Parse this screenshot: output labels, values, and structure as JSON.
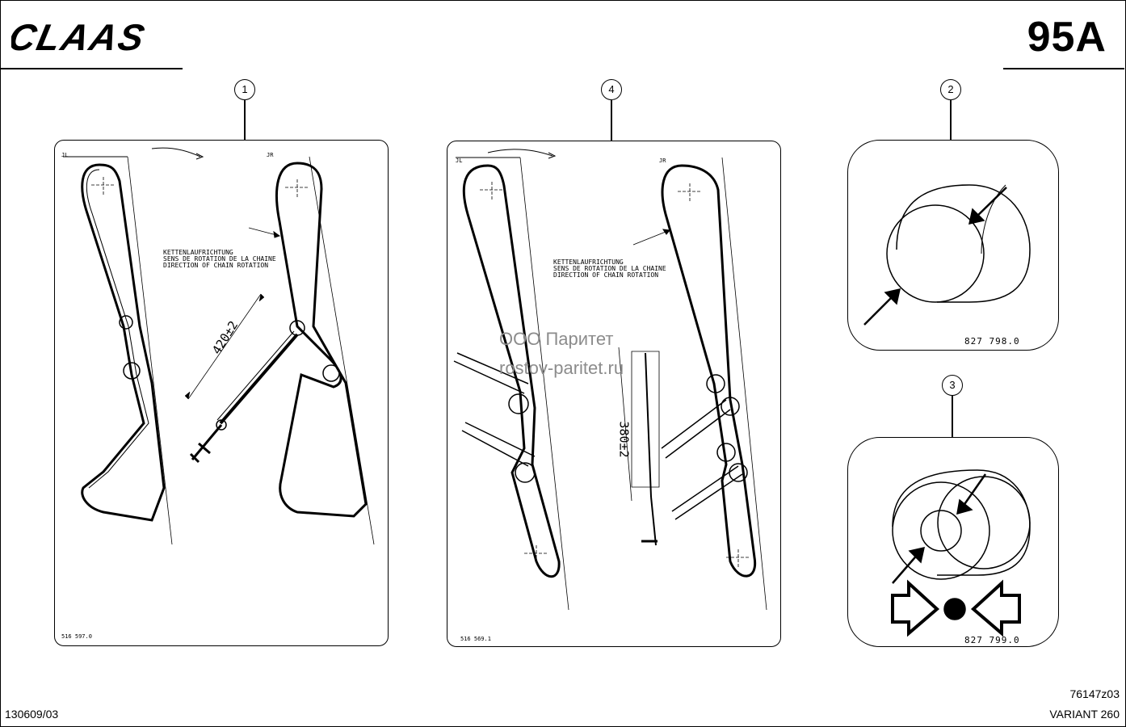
{
  "header": {
    "brand": "CLAAS",
    "page_number": "95A"
  },
  "callouts": [
    "1",
    "4",
    "2",
    "3"
  ],
  "diagram_1": {
    "note_lines": [
      "KETTENLAUFRICHTUNG",
      "SENS DE ROTATION DE LA CHAINE",
      "DIRECTION OF CHAIN ROTATION"
    ],
    "dimension": "420±2",
    "part_no": "516 597.0"
  },
  "diagram_4": {
    "note_lines": [
      "KETTENLAUFRICHTUNG",
      "SENS DE ROTATION DE LA CHAINE",
      "DIRECTION OF CHAIN ROTATION"
    ],
    "dimension": "380±2",
    "part_no": "516 569.1"
  },
  "diagram_2": {
    "part_no": "827 798.0"
  },
  "diagram_3": {
    "part_no": "827 799.0"
  },
  "watermark": {
    "line1": "ООО Паритет",
    "line2": "rostov-paritet.ru"
  },
  "footer": {
    "date_code": "130609/03",
    "doc_code": "76147z03",
    "variant": "VARIANT 260"
  }
}
